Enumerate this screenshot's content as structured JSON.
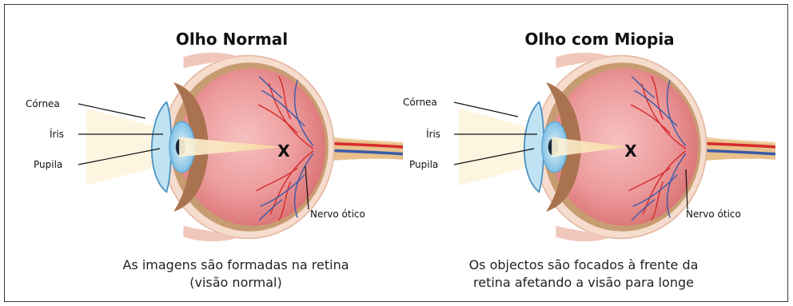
{
  "panels": [
    {
      "title": "Olho Normal",
      "labels": {
        "cornea": "Córnea",
        "iris": "Íris",
        "pupil": "Pupila",
        "nerve": "Nervo ótico"
      },
      "focus_mark": "X",
      "caption_line1": "As imagens são formadas na retina",
      "caption_line2": "(visão normal)"
    },
    {
      "title": "Olho com Miopia",
      "labels": {
        "cornea": "Córnea",
        "iris": "Íris",
        "pupil": "Pupila",
        "nerve": "Nervo ótico"
      },
      "focus_mark": "X",
      "caption_line1": "Os objectos são focados à frente da",
      "caption_line2": "retina afetando a visão para longe"
    }
  ],
  "colors": {
    "eyeball": "#e8878a",
    "eyeball_light": "#f3b3b4",
    "choroid": "#c9a27a",
    "sclera": "#f3d4c4",
    "iris": "#9fd0ec",
    "pupil": "#1b2a3a",
    "light_beam": "#fbe7b5",
    "vein_red": "#d62b2b",
    "vein_blue": "#3b5ba8",
    "nerve": "#e3b67a"
  }
}
